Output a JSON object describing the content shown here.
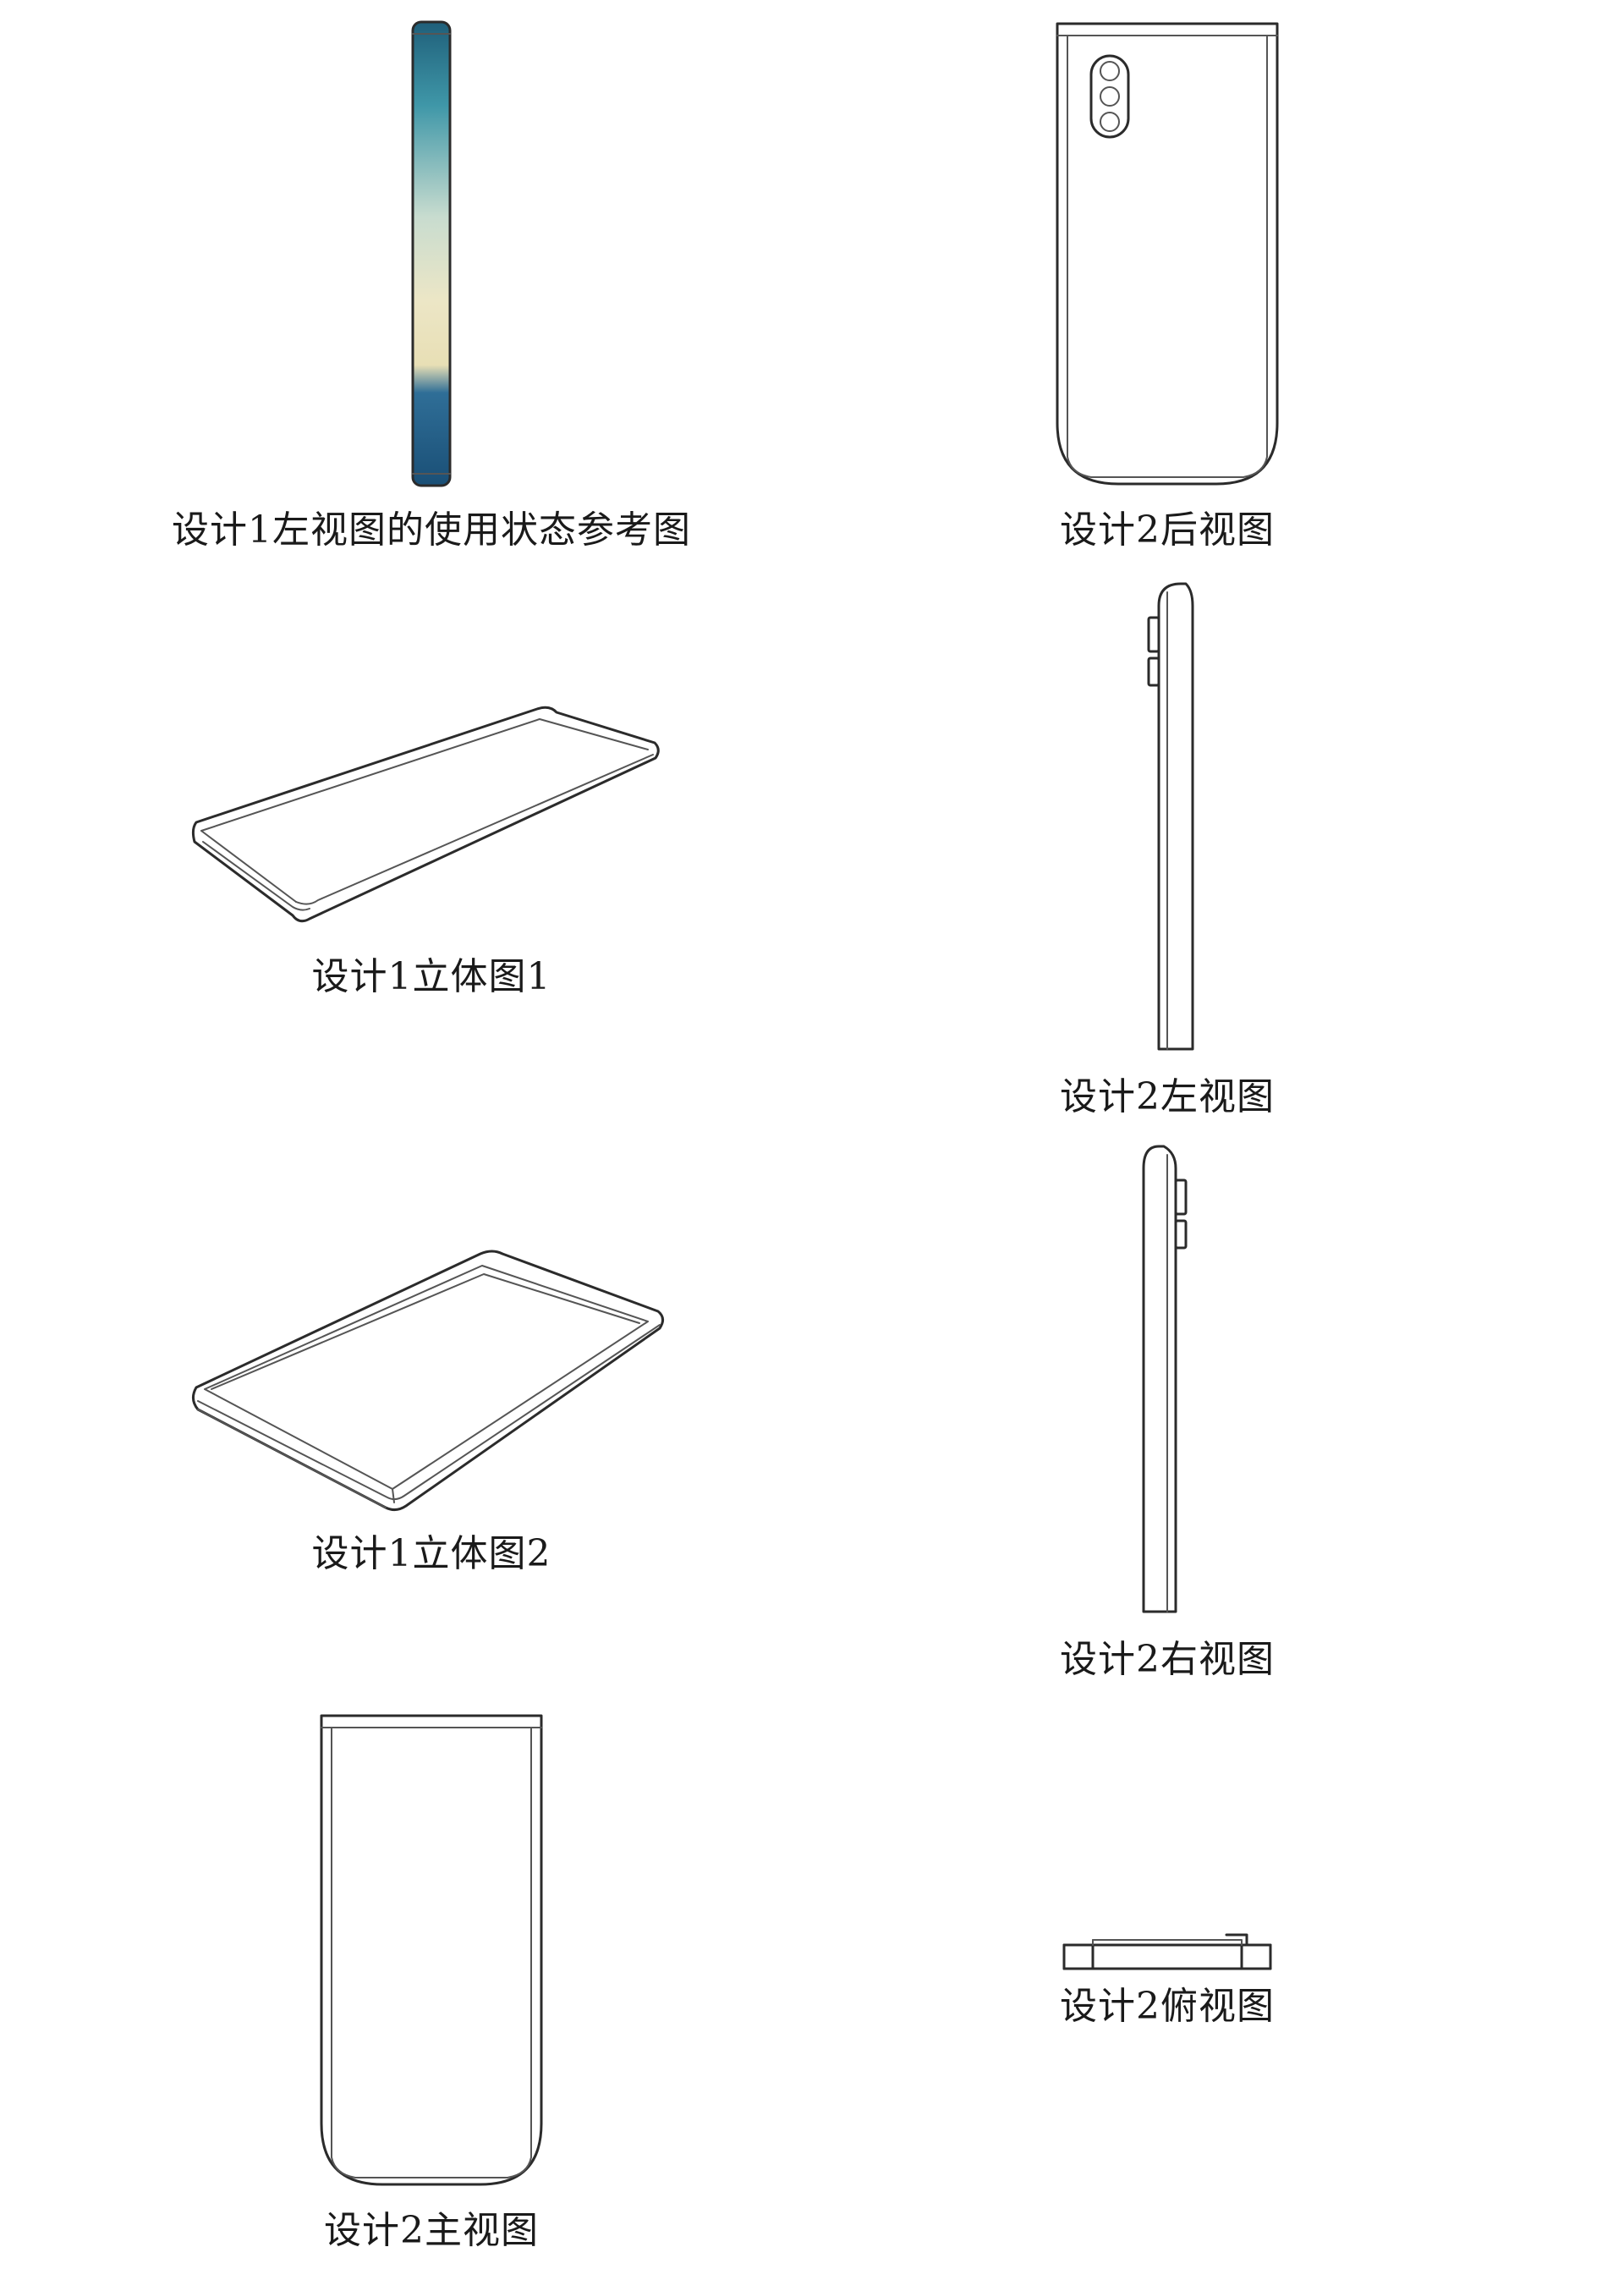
{
  "figures": [
    {
      "id": "fig1",
      "caption": "设计1左视图的使用状态参考图"
    },
    {
      "id": "fig2",
      "caption": "设计2后视图"
    },
    {
      "id": "fig3",
      "caption": "设计1立体图1"
    },
    {
      "id": "fig4",
      "caption": "设计2左视图"
    },
    {
      "id": "fig5",
      "caption": "设计1立体图2"
    },
    {
      "id": "fig6",
      "caption": "设计2右视图"
    },
    {
      "id": "fig7",
      "caption": "设计2主视图"
    },
    {
      "id": "fig8",
      "caption": "设计2俯视图"
    }
  ],
  "colors": {
    "line": "#2b2b2b",
    "screen_gradient": [
      "#1f5f7a",
      "#3f97a8",
      "#c8dccf",
      "#ece6c6",
      "#e8dfb5",
      "#2f6e97",
      "#1a4f76"
    ]
  }
}
